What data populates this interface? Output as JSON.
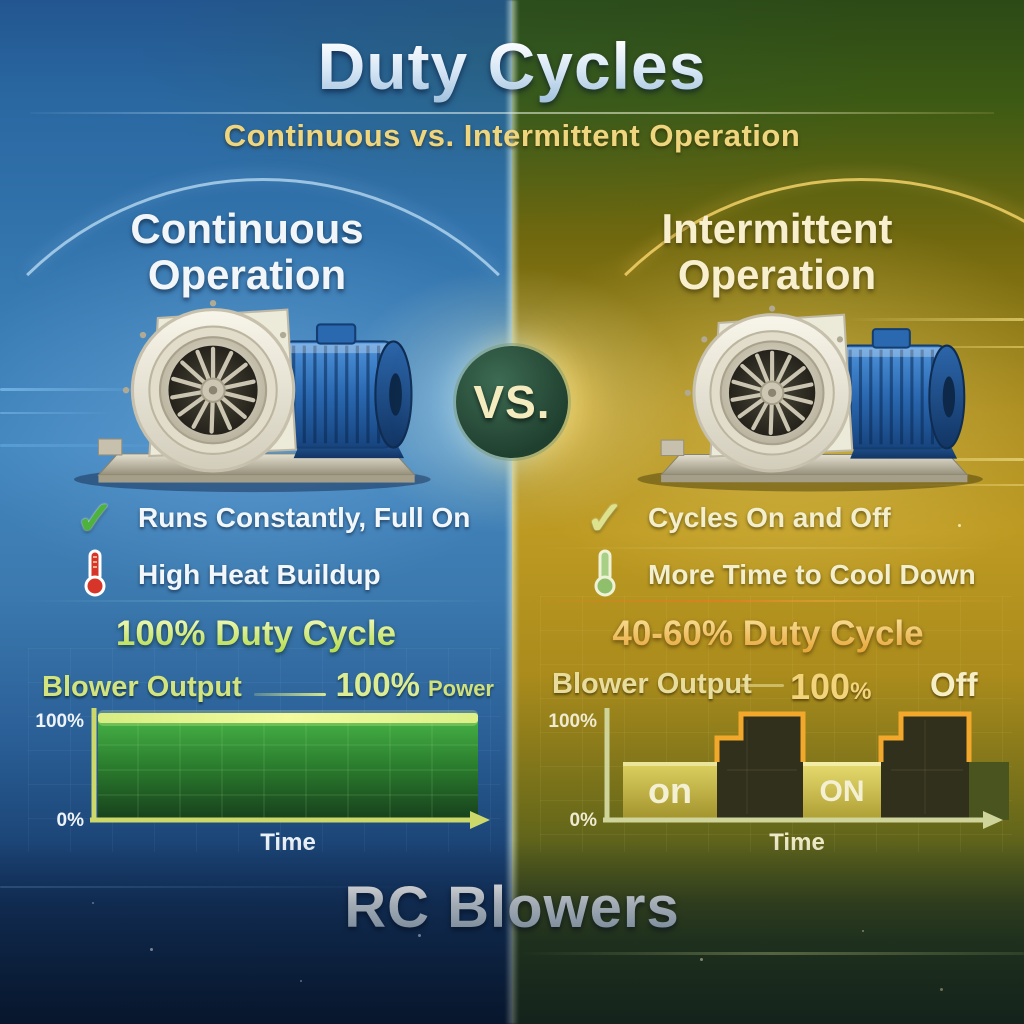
{
  "header": {
    "title": "Duty Cycles",
    "subtitle": "Continuous vs. Intermittent Operation"
  },
  "vs_badge": {
    "label": "VS."
  },
  "left_panel": {
    "heading_line1": "Continuous",
    "heading_line2": "Operation",
    "bullets": [
      {
        "icon": "check-icon",
        "text": "Runs Constantly, Full On"
      },
      {
        "icon": "thermometer-icon",
        "text": "High Heat Buildup"
      }
    ],
    "duty_cycle_label": "100% Duty Cycle",
    "chart_header": {
      "series_label": "Blower Output",
      "value": "100%",
      "unit": "Power"
    },
    "chart": {
      "y_tick_top": "100%",
      "y_tick_bottom": "0%",
      "x_label": "Time"
    }
  },
  "right_panel": {
    "heading_line1": "Intermittent",
    "heading_line2": "Operation",
    "bullets": [
      {
        "icon": "check-icon",
        "text": "Cycles On and Off"
      },
      {
        "icon": "thermometer-icon",
        "text": "More Time to Cool Down"
      }
    ],
    "duty_cycle_label": "40-60% Duty Cycle",
    "chart_header": {
      "series_label": "Blower Output",
      "annotation_value": "100",
      "annotation_pct": "%",
      "annotation_off": "Off"
    },
    "chart": {
      "y_tick_top": "100%",
      "y_tick_bottom": "0%",
      "x_label": "Time",
      "segment_labels": {
        "on1": "on",
        "on2": "ON"
      }
    }
  },
  "footer": {
    "brand": "RC Blowers"
  },
  "colors": {
    "left_accent": "#3678b0",
    "right_accent": "#bd9a22",
    "chart_green": "#3aa23a",
    "chart_top_glow": "#eef89a",
    "gold_outline": "#f2a82a",
    "check_green": "#4db33c",
    "check_khaki": "#dde28c",
    "thermo_red": "#d8352a",
    "thermo_green": "#8fbf6a",
    "subtitle_gold": "#efd57e"
  },
  "chart_data": [
    {
      "id": "continuous-output",
      "type": "area",
      "title": "100% Duty Cycle",
      "series": [
        {
          "name": "Blower Output",
          "values": [
            100,
            100
          ]
        }
      ],
      "annotation": "100% Power",
      "xlabel": "Time",
      "y_ticks": [
        "100%",
        "0%"
      ],
      "ylim": [
        0,
        100
      ],
      "grid": true,
      "description": "Constant 100% blower output for the entire time axis"
    },
    {
      "id": "intermittent-output",
      "type": "step",
      "title": "40-60% Duty Cycle",
      "series_label": "Blower Output",
      "segments": [
        {
          "label": "on",
          "output_pct": 55
        },
        {
          "label": "",
          "output_pct": 100
        },
        {
          "label": "ON",
          "output_pct": 55
        },
        {
          "label": "",
          "output_pct": 100
        },
        {
          "label": "",
          "output_pct": 55
        }
      ],
      "annotations_above": [
        "100%",
        "Off"
      ],
      "xlabel": "Time",
      "y_ticks": [
        "100%",
        "0%"
      ],
      "ylim": [
        0,
        100
      ],
      "grid": true,
      "description": "Square-wave output alternating on blocks with 100% outlined pulses"
    }
  ]
}
